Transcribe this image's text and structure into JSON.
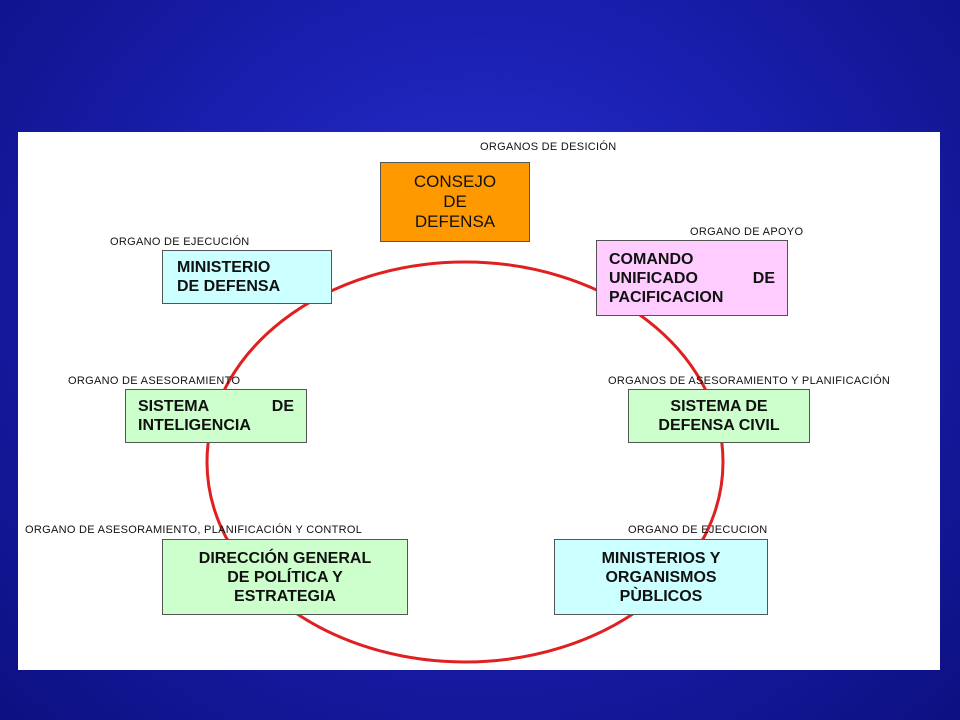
{
  "colors": {
    "slide_background": "#1a1fb0",
    "ring": "#e02020",
    "orange_box": "#ff9900",
    "cyan_box": "#ccffff",
    "green_box": "#ccffcc",
    "pink_box": "#ffccff"
  },
  "nodes": {
    "consejo": {
      "label": "ORGANOS DE DESICIÓN",
      "lines": [
        "CONSEJO",
        "DE",
        "DEFENSA"
      ]
    },
    "comando": {
      "label": "ORGANO DE APOYO",
      "lines": [
        "COMANDO",
        "UNIFICADO DE",
        "PACIFICACION"
      ]
    },
    "defensa_civil": {
      "label": "ORGANOS DE ASESORAMIENTO Y PLANIFICACIÓN",
      "lines": [
        "SISTEMA DE",
        "DEFENSA CIVIL"
      ]
    },
    "ministerios": {
      "label": "ORGANO DE EJECUCION",
      "lines": [
        "MINISTERIOS Y",
        "ORGANISMOS",
        "PÙBLICOS"
      ]
    },
    "direccion": {
      "label": "ORGANO DE ASESORAMIENTO, PLANIFICACIÓN Y CONTROL",
      "lines": [
        "DIRECCIÓN GENERAL",
        "DE POLÍTICA Y",
        "ESTRATEGIA"
      ]
    },
    "inteligencia": {
      "label": "ORGANO DE ASESORAMIENTO",
      "lines": [
        "SISTEMA DE",
        "INTELIGENCIA"
      ]
    },
    "ministerio": {
      "label": "ORGANO DE EJECUCIÓN",
      "lines": [
        "MINISTERIO",
        "DE DEFENSA"
      ]
    }
  }
}
